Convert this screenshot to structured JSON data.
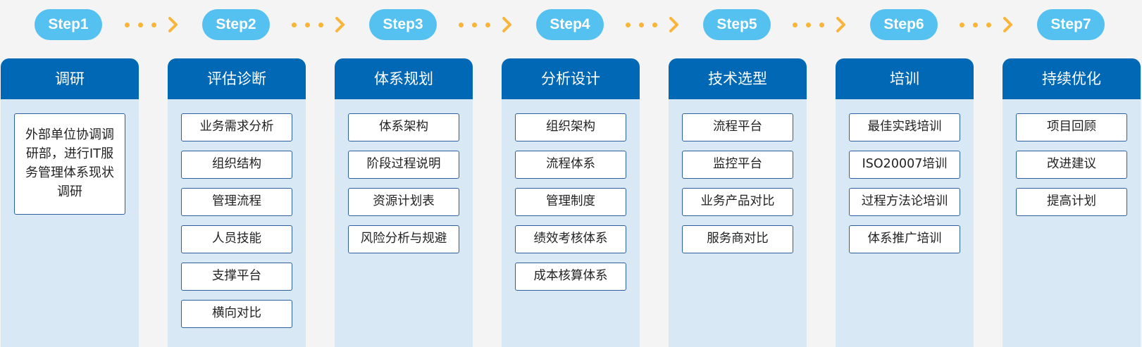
{
  "steps": [
    "Step1",
    "Step2",
    "Step3",
    "Step4",
    "Step5",
    "Step6",
    "Step7"
  ],
  "colors": {
    "pill": "#55c1f0",
    "connector": "#f8b53a",
    "header": "#0068b5",
    "column_bg": "#d9e8f5",
    "item_border": "#2d5fa0"
  },
  "icons": {
    "connector": "chevron-right-icon"
  },
  "columns": [
    {
      "title": "调研",
      "items": [
        "外部单位协调调研部，进行IT服务管理体系现状调研"
      ]
    },
    {
      "title": "评估诊断",
      "items": [
        "业务需求分析",
        "组织结构",
        "管理流程",
        "人员技能",
        "支撑平台",
        "横向对比"
      ]
    },
    {
      "title": "体系规划",
      "items": [
        "体系架构",
        "阶段过程说明",
        "资源计划表",
        "风险分析与规避"
      ]
    },
    {
      "title": "分析设计",
      "items": [
        "组织架构",
        "流程体系",
        "管理制度",
        "绩效考核体系",
        "成本核算体系"
      ]
    },
    {
      "title": "技术选型",
      "items": [
        "流程平台",
        "监控平台",
        "业务产品对比",
        "服务商对比"
      ]
    },
    {
      "title": "培训",
      "items": [
        "最佳实践培训",
        "ISO20007培训",
        "过程方法论培训",
        "体系推广培训"
      ]
    },
    {
      "title": "持续优化",
      "items": [
        "项目回顾",
        "改进建议",
        "提高计划"
      ]
    }
  ]
}
